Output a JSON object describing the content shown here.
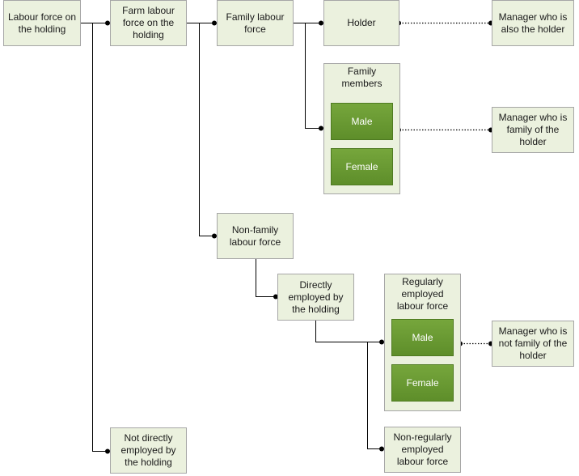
{
  "diagram": {
    "labour_force_holding": "Labour force on the holding",
    "farm_labour_force": "Farm labour force on the holding",
    "family_labour_force": "Family labour force",
    "holder": "Holder",
    "manager_holder": "Manager who is also the holder",
    "family_members": "Family members",
    "male": "Male",
    "female": "Female",
    "manager_family": "Manager who is family of the holder",
    "non_family_labour_force": "Non-family labour force",
    "directly_employed": "Directly employed by the holding",
    "regularly_employed": "Regularly employed labour force",
    "manager_not_family": "Manager who is not family of the holder",
    "non_regularly_employed": "Non-regularly employed labour force",
    "not_directly_employed": "Not directly employed by the holding"
  },
  "colors": {
    "box_fill": "#ebf1de",
    "box_border": "#a6a6a6",
    "green_fill": "#6b9b33",
    "connector": "#000000"
  }
}
